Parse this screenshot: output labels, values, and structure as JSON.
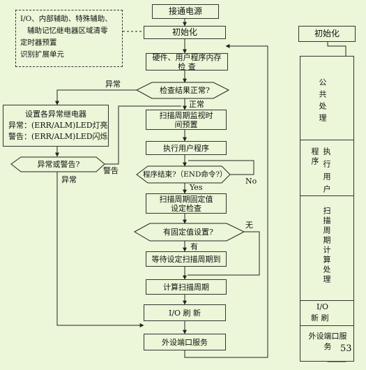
{
  "flow": {
    "start": "接通电源",
    "init": "初始化",
    "hw_check": "硬件、用户程序内存检 查",
    "check_ok_q": "检查结果正常?",
    "abnormal_label": "异常",
    "normal_label": "正常",
    "scan_monitor": "扫描周期监视时间预置",
    "exec_user": "执行用户程序",
    "prog_end_q": "程序结束?（END命令?）",
    "yes": "Yes",
    "no": "No",
    "fixed_scan_check": "扫描周期固定值设定检查",
    "has_fixed_q": "有固定值设置?",
    "has_label": "有",
    "none_label": "无",
    "wait_scan": "等待设定扫描周期到",
    "calc_scan": "计算扫描周期",
    "io_refresh": "I/O 刷 新",
    "peripheral": "外设端口服务"
  },
  "left": {
    "set_relay_title": "设置各异常继电器",
    "err_line": "异常：(ERR/ALM)LED灯亮",
    "warn_line": "警告：(ERR/ALM)LED闪烁",
    "abn_or_warn_q": "异常或警告?",
    "warn_label": "警告",
    "abn_label": "异常"
  },
  "note": {
    "lines": [
      "I/O、内部辅助、特殊辅助、",
      "辅助记忆继电器区域清零",
      "定时器预置",
      "识别扩展单元"
    ]
  },
  "right": {
    "init": "初始化",
    "public": "公共处理",
    "exec_a": "程序",
    "exec_b": "执行用户",
    "scan_calc": "扫描周期计算处理",
    "io": "I/O",
    "refresh": "新 刷",
    "peripheral": "外设端口服务"
  },
  "page_number": "53"
}
